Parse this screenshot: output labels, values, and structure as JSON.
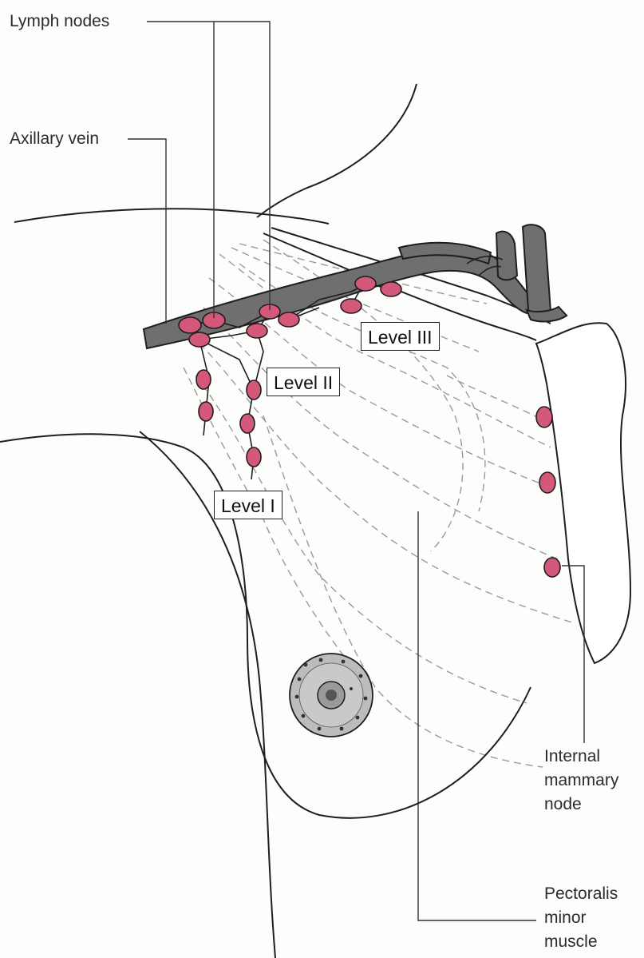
{
  "labels": {
    "lymph_nodes": "Lymph nodes",
    "axillary_vein": "Axillary vein",
    "internal_mammary_node": [
      "Internal",
      "mammary",
      "node"
    ],
    "pectoralis_minor_muscle": [
      "Pectoralis",
      "minor",
      "muscle"
    ]
  },
  "levels": {
    "level_1": "Level I",
    "level_2": "Level II",
    "level_3": "Level III"
  },
  "colors": {
    "node_fill": "#d4587a",
    "vein_fill": "#6f6f6f",
    "line": "#1e1e1e",
    "dashed": "#9a9a9a",
    "leader": "#333333"
  }
}
